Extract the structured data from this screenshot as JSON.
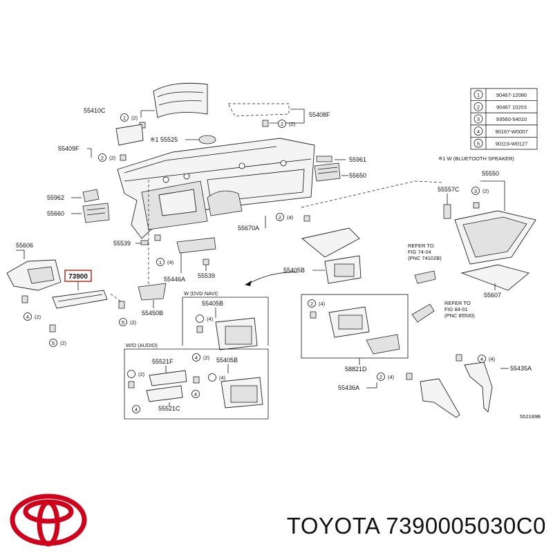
{
  "part_callouts": {
    "p55410C": "55410C",
    "p55408F": "55408F",
    "p55409F": "55409F",
    "p55525": "※1 55525",
    "p55961": "55961",
    "p55650": "55650",
    "p55962": "55962",
    "p55660": "55660",
    "p55539a": "55539",
    "p55539b": "55539",
    "p55446A": "55446A",
    "p55670A": "55670A",
    "p55606": "55606",
    "p73900": "73900",
    "p55450B": "55450B",
    "p55405Ba": "55405B",
    "p55405Bb": "55405B",
    "p55405Bc": "55405B",
    "p55550": "55550",
    "p55557C": "55557C",
    "p55607": "55607",
    "p58821D": "58821D",
    "p55436A": "55436A",
    "p55435A": "55435A",
    "p55521F": "55521F",
    "p55521C": "55521C",
    "fig_code": "552189B"
  },
  "fasteners": {
    "qty2": "(2)",
    "qty4": "(4)"
  },
  "fastener_table": {
    "rows": [
      {
        "num": "1",
        "part": "90467-12080"
      },
      {
        "num": "2",
        "part": "90467 10203"
      },
      {
        "num": "3",
        "part": "93560-54010"
      },
      {
        "num": "4",
        "part": "90167-W0007"
      },
      {
        "num": "5",
        "part": "90119-W0127"
      }
    ],
    "note": "※1 W (BLUETOOTH SPEAKER)"
  },
  "variant_boxes": {
    "dvd_navi": "W (DVD NAVI)",
    "wo_audio": "W/O (AUDIO)"
  },
  "refer_notes": {
    "refer1": [
      "REFER TO",
      "FIG 74-04",
      "(PNC 74102B)"
    ],
    "refer2": [
      "REFER TO",
      "FIG 84-01",
      "(PNC 85530)"
    ]
  },
  "highlight": {
    "part_number": "73900",
    "color": "#c0392b"
  },
  "logo": {
    "icon": "toyota-emblem-icon",
    "color": "#d0021b"
  },
  "brand_text": "TOYOTA 7390005030C0"
}
